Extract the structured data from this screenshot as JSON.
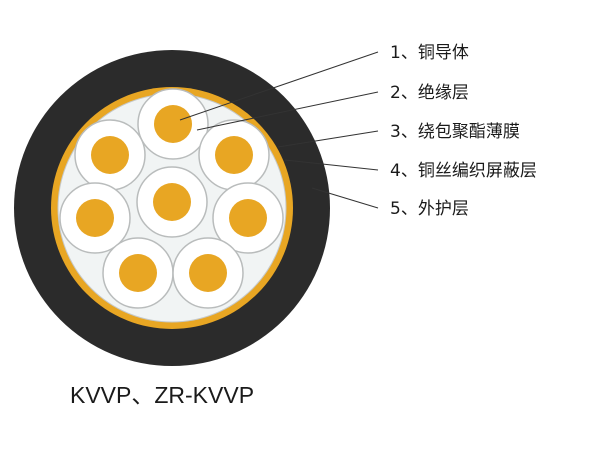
{
  "diagram": {
    "labels": [
      "1、铜导体",
      "2、绝缘层",
      "3、绕包聚酯薄膜",
      "4、铜丝编织屏蔽层",
      "5、外护层"
    ],
    "caption": "KVVP、ZR-KVVP"
  },
  "colors": {
    "sheath": "#2b2b2b",
    "shield": "#e8a623",
    "wrap_fill": "#f1f4f4",
    "insulation_fill": "#ffffff",
    "insulation_stroke": "#b9bcbc",
    "conductor": "#e8a623",
    "leader": "#333333"
  },
  "cores": 8
}
